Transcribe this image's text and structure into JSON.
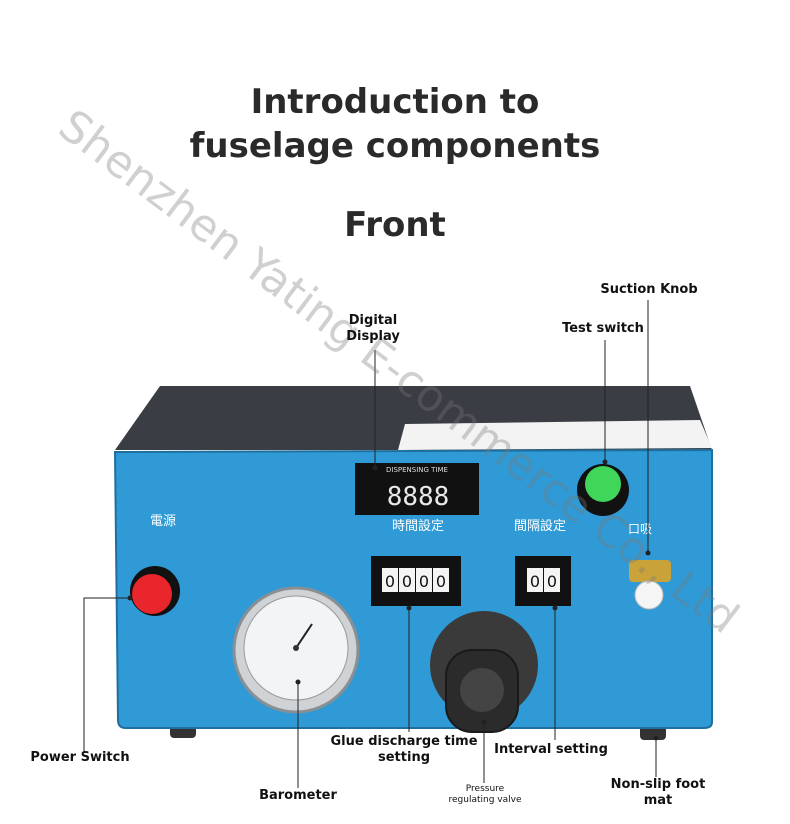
{
  "title": "Introduction to fuselage components",
  "subtitle": "Front",
  "watermark": "Shenzhen Yating E-commerce Co., Ltd",
  "display": {
    "header": "DISPENSING TIME",
    "digits": "8888"
  },
  "panel": {
    "power_label": "電源",
    "time_label": "時間設定",
    "interval_label": "間隔設定",
    "suction_label": "口吸"
  },
  "dials": {
    "time_digits": [
      "0",
      "0",
      "0",
      "0"
    ],
    "interval_digits": [
      "0",
      "0"
    ]
  },
  "labels": {
    "digital_display": "Digital\nDisplay",
    "suction_knob": "Suction Knob",
    "test_switch": "Test switch",
    "power_switch": "Power Switch",
    "barometer": "Barometer",
    "glue_time": "Glue discharge time\nsetting",
    "pressure_valve": "Pressure\nregulating valve",
    "interval_setting": "Interval setting",
    "foot_mat": "Non-slip foot\nmat"
  },
  "colors": {
    "body": "#2f9ad6",
    "top": "#3a3d44",
    "power": "#e8262b",
    "test": "#3fd65a"
  }
}
